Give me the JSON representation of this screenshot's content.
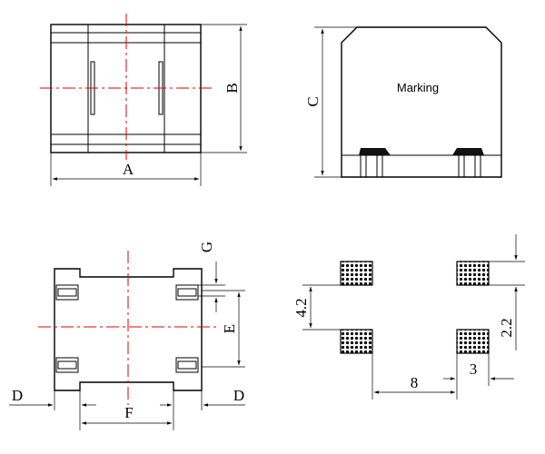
{
  "labels": {
    "A": "A",
    "B": "B",
    "C": "C",
    "D_left": "D",
    "D_right": "D",
    "E": "E",
    "F": "F",
    "G": "G",
    "marking": "Marking",
    "dim_4_2": "4.2",
    "dim_2_2": "2.2",
    "dim_8": "8",
    "dim_3": "3"
  },
  "colors": {
    "centerline": "#e00000",
    "outline": "#000000"
  }
}
